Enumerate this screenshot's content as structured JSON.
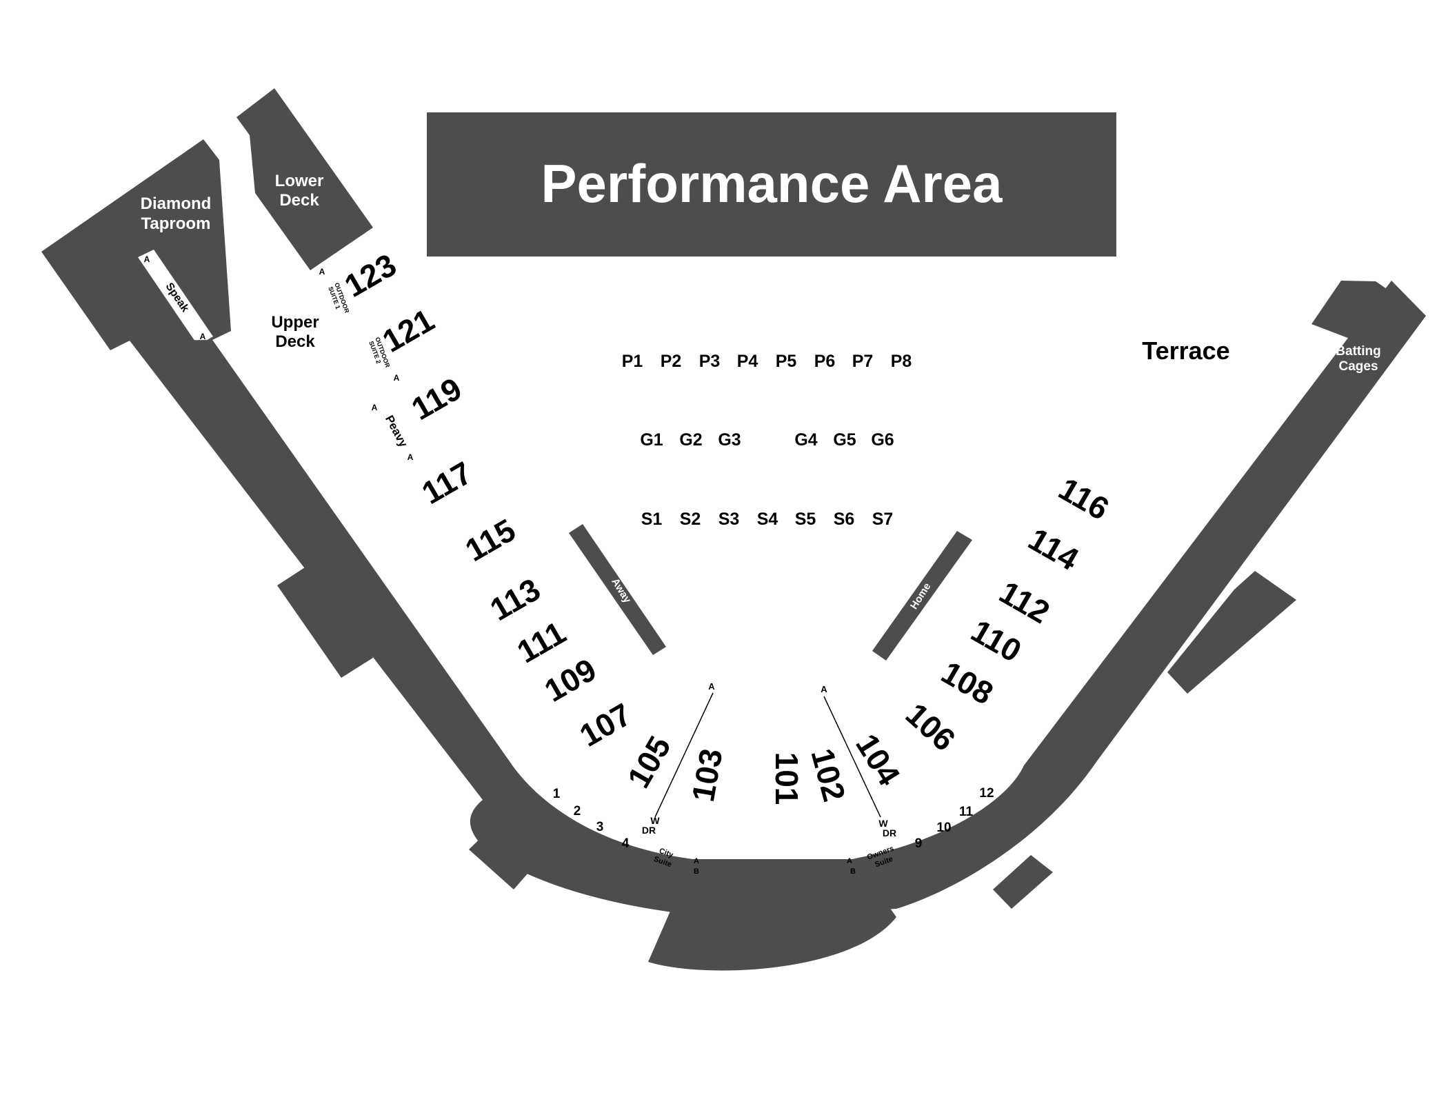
{
  "colors": {
    "structure": "#4d4d4d",
    "label_on_structure": "#ffffff",
    "label_on_field": "#000000",
    "background": "#ffffff"
  },
  "areas": {
    "performance_area": "Performance Area",
    "lower_deck_line1": "Lower",
    "lower_deck_line2": "Deck",
    "diamond_taproom_line1": "Diamond",
    "diamond_taproom_line2": "Taproom",
    "speak": "Speak",
    "upper_deck_line1": "Upper",
    "upper_deck_line2": "Deck",
    "terrace": "Terrace",
    "batting_cages_line1": "Batting",
    "batting_cages_line2": "Cages",
    "away": "Away",
    "home": "Home",
    "peavy": "Peavy",
    "outdoor_suite_1_line1": "OUTDOOR",
    "outdoor_suite_1_line2": "SUITE 1",
    "outdoor_suite_2_line1": "OUTDOOR",
    "outdoor_suite_2_line2": "SUITE 2",
    "city_suite_line1": "City",
    "city_suite_line2": "Suite",
    "owners_suite_line1": "Owners",
    "owners_suite_line2": "Suite"
  },
  "sections": {
    "s123": "123",
    "s121": "121",
    "s119": "119",
    "s117": "117",
    "s115": "115",
    "s113": "113",
    "s111": "111",
    "s109": "109",
    "s107": "107",
    "s105": "105",
    "s103": "103",
    "s101": "101",
    "s102": "102",
    "s104": "104",
    "s106": "106",
    "s108": "108",
    "s110": "110",
    "s112": "112",
    "s114": "114",
    "s116": "116"
  },
  "field_seating": {
    "p_row": [
      "P1",
      "P2",
      "P3",
      "P4",
      "P5",
      "P6",
      "P7",
      "P8"
    ],
    "g_row": [
      "G1",
      "G2",
      "G3",
      "G4",
      "G5",
      "G6"
    ],
    "s_row": [
      "S1",
      "S2",
      "S3",
      "S4",
      "S5",
      "S6",
      "S7"
    ]
  },
  "suites": {
    "left": [
      "1",
      "2",
      "3",
      "4"
    ],
    "right": [
      "9",
      "10",
      "11",
      "12"
    ]
  },
  "markers": {
    "a": "A",
    "b": "B",
    "w": "W",
    "dr": "DR"
  }
}
